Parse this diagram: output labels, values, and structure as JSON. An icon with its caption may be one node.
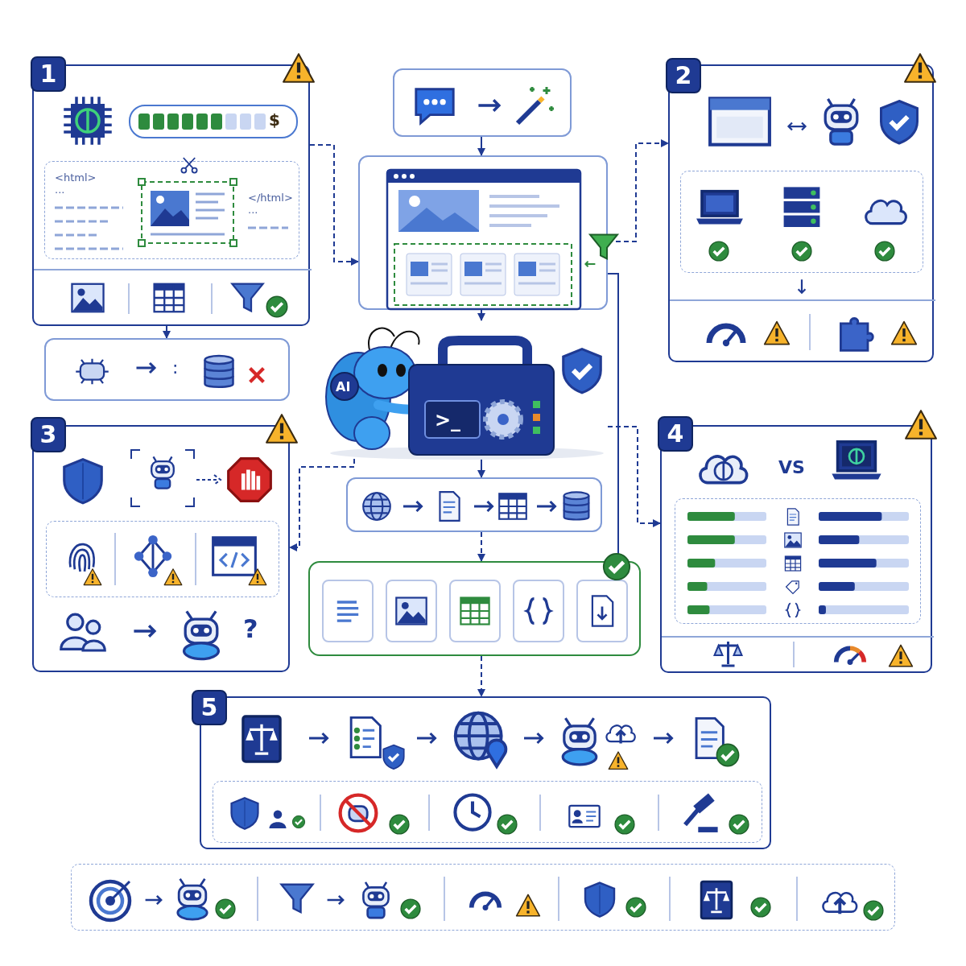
{
  "diagram": {
    "nodes": [
      {
        "text": [
          "1"
        ]
      },
      {
        "text": [
          "<html>",
          "...",
          "</html>",
          "..."
        ],
        "in": 0
      },
      {
        "text": [
          ":"
        ]
      },
      {
        "text": [],
        "shape": "box"
      },
      {
        "text": [],
        "shape": "box"
      },
      {
        "text": [
          "AI",
          ">_"
        ]
      },
      {
        "text": [],
        "shape": "box"
      },
      {
        "text": [],
        "shape": "box"
      },
      {
        "text": [
          "2"
        ]
      },
      {
        "text": [
          "3",
          "?"
        ]
      },
      {
        "text": [
          "4",
          "VS"
        ]
      },
      {
        "text": [
          "5"
        ]
      },
      {
        "text": [],
        "shape": "box"
      }
    ],
    "edges": [
      {
        "from": 0,
        "to": 2,
        "arrow": "to"
      },
      {
        "from": 0,
        "to": 4,
        "arrow": "to",
        "style": "dashed"
      },
      {
        "from": 3,
        "to": 4,
        "arrow": "to"
      },
      {
        "from": 4,
        "to": 5,
        "arrow": "to"
      },
      {
        "from": 4,
        "to": 8,
        "arrow": "to",
        "style": "dashed"
      },
      {
        "from": 5,
        "to": 6,
        "arrow": "to"
      },
      {
        "from": 6,
        "to": 7,
        "arrow": "to",
        "style": "dashed"
      },
      {
        "from": 7,
        "to": 11,
        "arrow": "to",
        "style": "dashed"
      },
      {
        "from": 5,
        "to": 9,
        "arrow": "to",
        "style": "dashed"
      },
      {
        "from": 5,
        "to": 10,
        "arrow": "to",
        "style": "dashed"
      },
      {
        "from": 4,
        "to": 7,
        "arrow": "none"
      }
    ],
    "labels": [
      "$"
    ]
  }
}
